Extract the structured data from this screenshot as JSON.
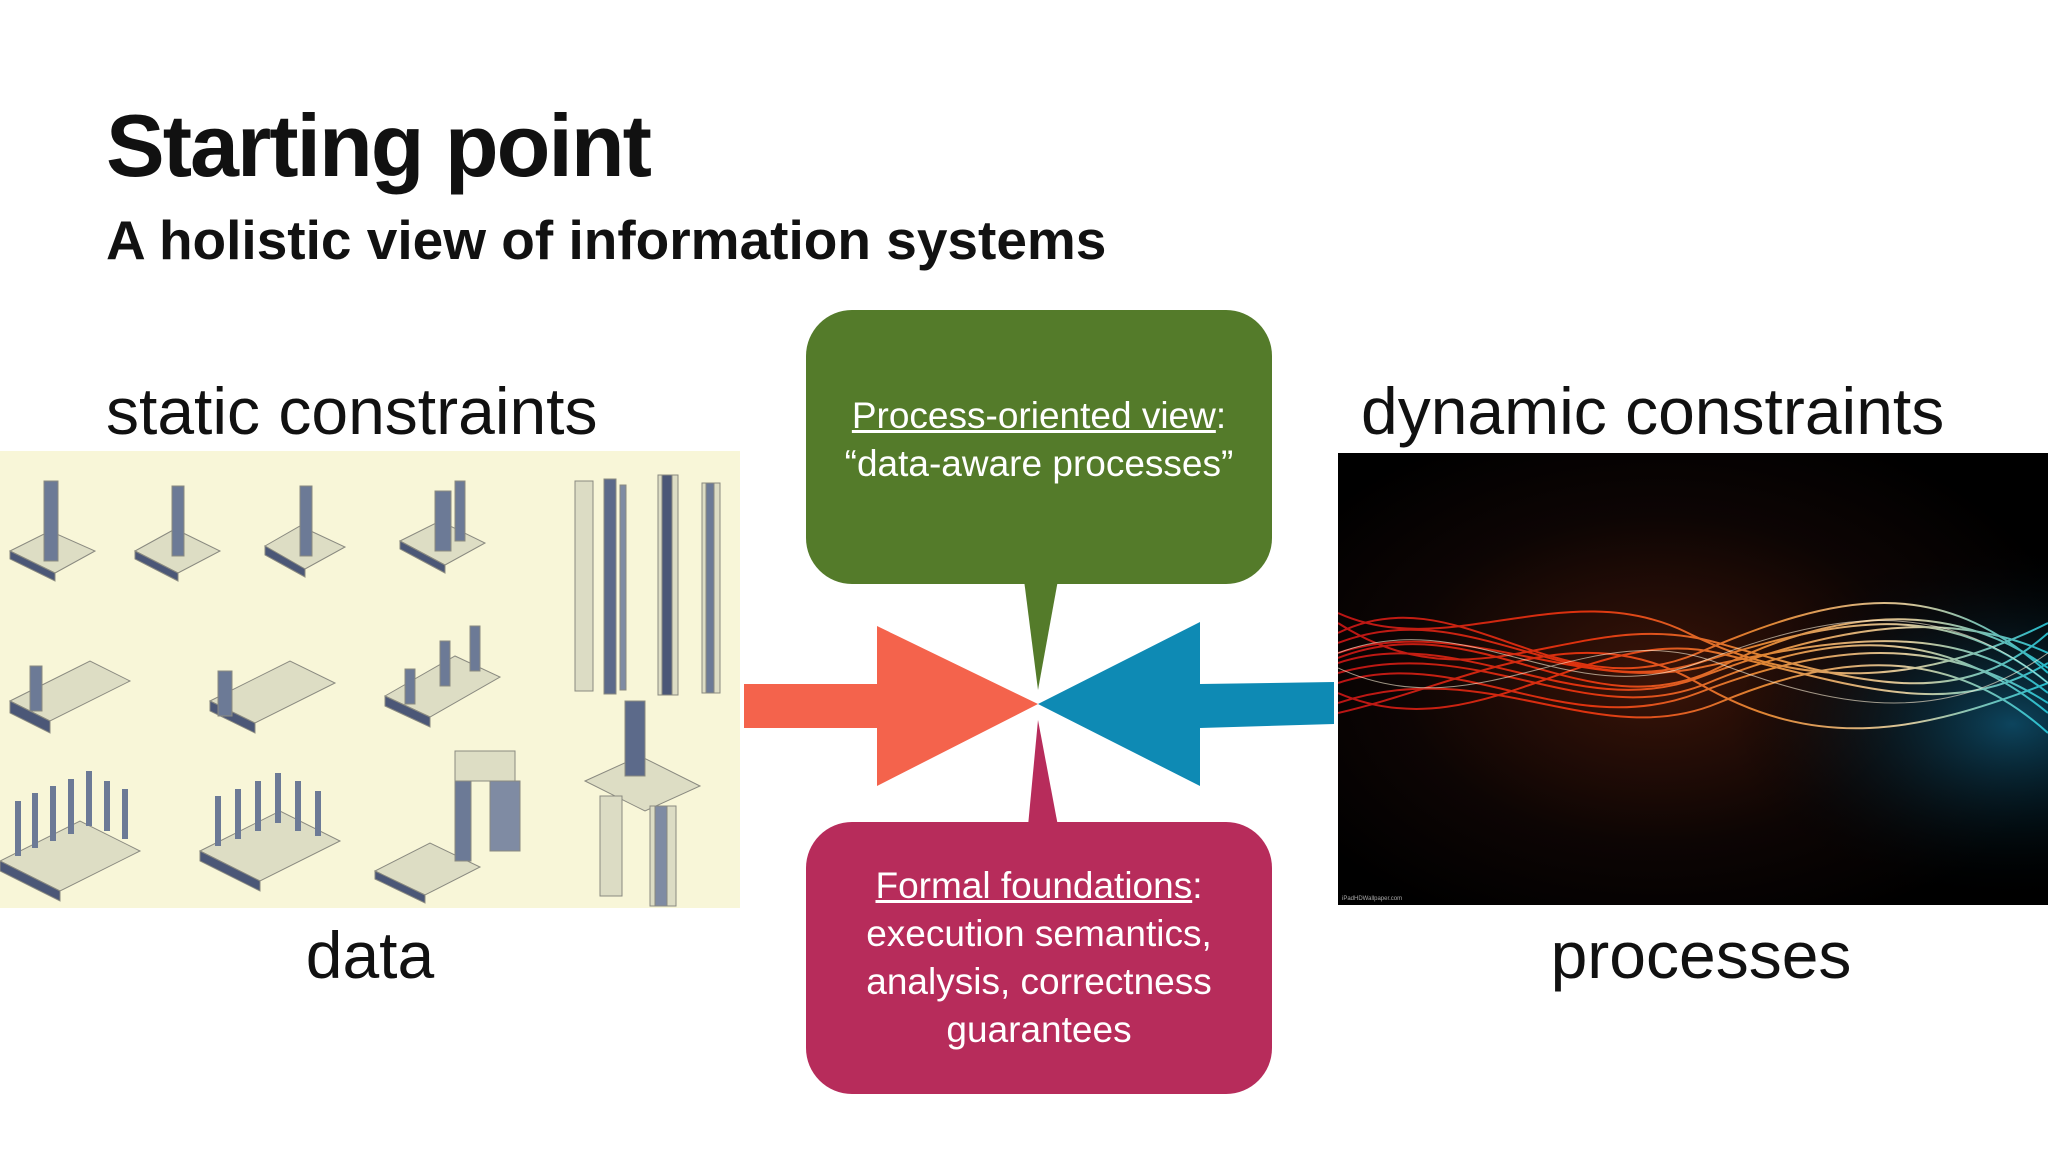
{
  "slide": {
    "title": "Starting point",
    "subtitle": "A holistic view of information systems"
  },
  "labels": {
    "static": "static constraints",
    "dynamic": "dynamic constraints",
    "data": "data",
    "processes": "processes"
  },
  "bubbles": {
    "top": {
      "heading": "Process-oriented view",
      "colon": ":",
      "line2": "“data-aware processes”"
    },
    "bottom": {
      "heading": "Formal foundations",
      "colon": ":",
      "line2": "execution semantics,",
      "line3": "analysis, correctness",
      "line4": "guarantees"
    }
  },
  "colors": {
    "green_bubble": "#547b2a",
    "magenta_bubble": "#b72c5b",
    "left_arrow": "#f4634c",
    "right_arrow": "#0e8ab4",
    "left_image_bg": "#f8f6d8"
  },
  "images": {
    "left": "isometric-building-blocks",
    "right": "flowing-light-waves",
    "right_caption": "iPadHDWallpaper.com"
  }
}
